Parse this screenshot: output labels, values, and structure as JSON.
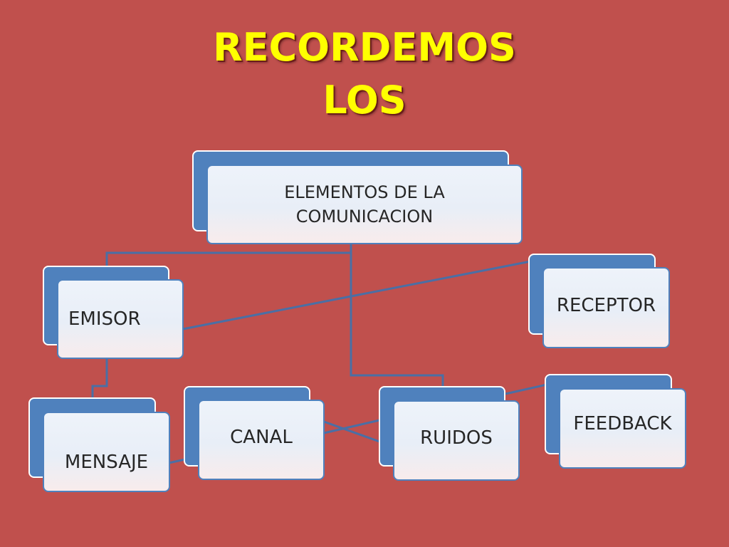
{
  "slide": {
    "background_color": "#c0504d",
    "title_color": "#ffff00",
    "title_line1": "RECORDEMOS",
    "title_line2": "LOS"
  },
  "diagram": {
    "node_back_color": "#4f81bd",
    "node_front_color": "#eef3fa",
    "connector_color": "#4a6fa5",
    "root": {
      "label": "ELEMENTOS DE LA COMUNICACION"
    },
    "emisor": {
      "label": "EMISOR"
    },
    "receptor": {
      "label": "RECEPTOR"
    },
    "mensaje": {
      "label": "MENSAJE"
    },
    "canal": {
      "label": "CANAL"
    },
    "ruidos": {
      "label": "RUIDOS"
    },
    "feedback": {
      "label": "FEEDBACK"
    }
  }
}
